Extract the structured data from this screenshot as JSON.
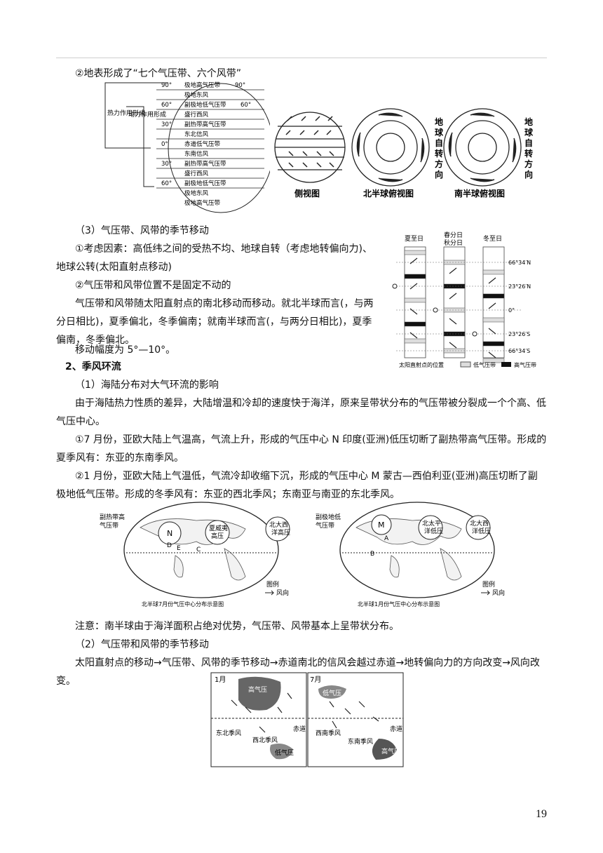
{
  "lines": {
    "seven_belts": "②地表形成了“七个气压带、六个风带”",
    "h3": "（3）气压带、风带的季节移动",
    "factors": "①考虑因素：高低纬之间的受热不均、地球自转（考虑地转偏向力)、地球公转(太阳直射点移动)",
    "not_fixed": "②气压带和风带位置不是固定不动的",
    "move_desc": "气压带和风带随太阳直射点的南北移动而移动。就北半球而言(，与两分日相比)，夏季偏北，冬季偏南；就南半球而言(，与两分日相比)，夏季偏南，冬季偏北。",
    "amplitude": "移动幅度为 5°—10°。",
    "h_monsoon": "2、季风环流",
    "h_land_sea": "（1）海陆分布对大气环流的影响",
    "land_sea_desc": "由于海陆热力性质的差异，大陆增温和冷却的速度快于海洋，原来呈带状分布的气压带被分裂成一个个高、低气压中心。",
    "july": "①7 月份，亚欧大陆上气温高，气流上升，形成的气压中心 N 印度(亚洲)低压切断了副热带高气压带。形成的夏季风有：东亚的东南季风。",
    "january": "②1 月份，亚欧大陆上气温低，气流冷却收缩下沉，形成的气压中心 M 蒙古—西伯利亚(亚洲)高压切断了副极地低气压带。形成的冬季风有：东亚的西北季风；东南亚与南亚的东北季风。",
    "note": "注意：南半球由于海洋面积占绝对优势，气压带、风带基本上呈带状分布。",
    "h_season": "（2）气压带和风带的季节移动",
    "season_desc": "太阳直射点的移动→气压带、风带的季节移动→赤道南北的信风会越过赤道→地转偏向力的方向改变→风向改变。"
  },
  "fig_globe": {
    "bracket_thermal": "热力作用形成",
    "bracket_dynamic": "动力作用形成",
    "rows": [
      {
        "lat": "90°",
        "label": "极地高气压带"
      },
      {
        "lat": "",
        "label": "极地东风"
      },
      {
        "lat": "60°",
        "label": "副极地低气压带"
      },
      {
        "lat": "",
        "label": "盛行西风"
      },
      {
        "lat": "30°",
        "label": "副热带高气压带"
      },
      {
        "lat": "",
        "label": "东北信风"
      },
      {
        "lat": "0°",
        "label": "赤道低气压带"
      },
      {
        "lat": "",
        "label": "东南信风"
      },
      {
        "lat": "30°",
        "label": "副热带高气压带"
      },
      {
        "lat": "",
        "label": "盛行西风"
      },
      {
        "lat": "60°",
        "label": "副极地低气压带"
      },
      {
        "lat": "",
        "label": "极地东风"
      },
      {
        "lat": "",
        "label": "极地高气压带"
      }
    ],
    "lat_90_bottom": "90°",
    "lat_side": "60°"
  },
  "fig_views": {
    "side": "侧视图",
    "north": "北半球俯视图",
    "south": "南半球俯视图",
    "rotation": "地球自转方向"
  },
  "fig_season": {
    "col_summer": "夏至日",
    "col_equinox_1": "春分日",
    "col_equinox_2": "秋分日",
    "col_winter": "冬至日",
    "lats": [
      "66°34′N",
      "23°26′N",
      "0°",
      "23°26′S",
      "66°34′S"
    ],
    "legend_sun": "太阳直射点的位置",
    "legend_low": "低气压带",
    "legend_high": "高气压带"
  },
  "fig_july": {
    "side": "副热带高气压带",
    "N": "N",
    "hawaii": "夏威夷高压",
    "azores": "北大西洋高压",
    "letters": [
      "D",
      "E",
      "C"
    ],
    "legend": "图例",
    "legend_wind": "风向",
    "caption": "北半球7月份气压中心分布示意图"
  },
  "fig_jan": {
    "side": "副极地低气压带",
    "M": "M",
    "aleutian": "北太平洋低压",
    "iceland": "北大西洋低压",
    "letters": [
      "A",
      "B"
    ],
    "legend": "图例",
    "legend_wind": "风向",
    "caption": "北半球1月份气压中心分布示意图"
  },
  "fig_monsoon": {
    "jan": "1月",
    "jul": "7月",
    "high": "高气压",
    "low": "低气压",
    "equator": "赤道",
    "nw": "西北季风",
    "ne": "东北季风",
    "sw": "西南季风",
    "se": "东南季风",
    "high2": "高气压",
    "low2": "低气压",
    "equator2": "赤道"
  },
  "page_number": "19"
}
